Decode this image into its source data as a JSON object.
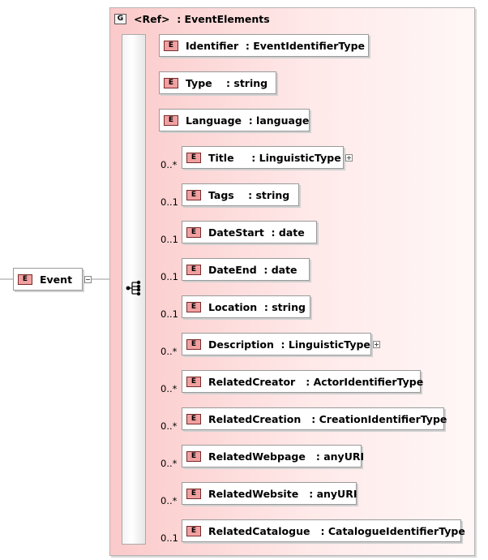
{
  "root": {
    "badge": "E",
    "name": "Event"
  },
  "group": {
    "badge": "G",
    "label": "<Ref>  : EventElements"
  },
  "elements": [
    {
      "badge": "E",
      "label": "Identifier  : EventIdentifierType",
      "card": "",
      "expand": false
    },
    {
      "badge": "E",
      "label": "Type    : string",
      "card": "",
      "expand": false
    },
    {
      "badge": "E",
      "label": "Language  : language",
      "card": "",
      "expand": false
    },
    {
      "badge": "E",
      "label": "Title     : LinguisticType",
      "card": "0..*",
      "expand": true
    },
    {
      "badge": "E",
      "label": "Tags    : string",
      "card": "0..1",
      "expand": false
    },
    {
      "badge": "E",
      "label": "DateStart  : date",
      "card": "0..1",
      "expand": false
    },
    {
      "badge": "E",
      "label": "DateEnd  : date",
      "card": "0..1",
      "expand": false
    },
    {
      "badge": "E",
      "label": "Location  : string",
      "card": "0..1",
      "expand": false
    },
    {
      "badge": "E",
      "label": "Description  : LinguisticType",
      "card": "0..*",
      "expand": true
    },
    {
      "badge": "E",
      "label": "RelatedCreator   : ActorIdentifierType",
      "card": "0..*",
      "expand": false
    },
    {
      "badge": "E",
      "label": "RelatedCreation   : CreationIdentifierType",
      "card": "0..*",
      "expand": false
    },
    {
      "badge": "E",
      "label": "RelatedWebpage   : anyURI",
      "card": "0..*",
      "expand": false
    },
    {
      "badge": "E",
      "label": "RelatedWebsite   : anyURI",
      "card": "0..*",
      "expand": false
    },
    {
      "badge": "E",
      "label": "RelatedCatalogue   : CatalogueIdentifierType",
      "card": "0..1",
      "expand": false
    }
  ]
}
